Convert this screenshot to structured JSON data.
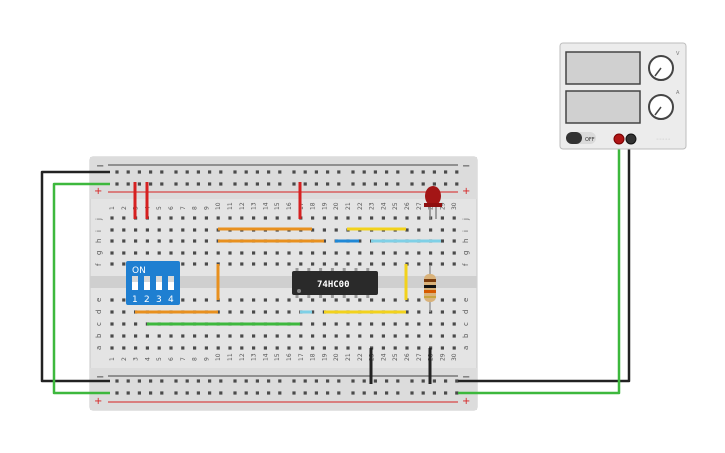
{
  "circuit": {
    "breadboard": {
      "column_labels": [
        "1",
        "2",
        "3",
        "4",
        "5",
        "6",
        "7",
        "8",
        "9",
        "10",
        "11",
        "12",
        "13",
        "14",
        "15",
        "16",
        "17",
        "18",
        "19",
        "20",
        "21",
        "22",
        "23",
        "24",
        "25",
        "26",
        "27",
        "28",
        "29",
        "30"
      ],
      "row_labels_top": [
        "j",
        "i",
        "h",
        "g",
        "f"
      ],
      "row_labels_bottom": [
        "e",
        "d",
        "c",
        "b",
        "a"
      ],
      "rail_plus": "+",
      "rail_minus": "−"
    },
    "dip_switch": {
      "label": "ON",
      "switch_numbers": [
        "1",
        "2",
        "3",
        "4"
      ],
      "color": "#1f7fd1"
    },
    "ic": {
      "part_number": "74HC00"
    },
    "power_supply": {
      "off_label": "OFF",
      "knob_labels": [
        "V",
        "A"
      ],
      "brand": "◦◦◦◦◦"
    },
    "colors": {
      "board": "#e8e8e8",
      "red_wire": "#d62020",
      "black_wire": "#222222",
      "green_wire": "#3db83d",
      "orange_wire": "#e8901e",
      "yellow_wire": "#f2d21c",
      "cyan_wire": "#7fd0e6",
      "blue_wire": "#1f88d6"
    }
  }
}
